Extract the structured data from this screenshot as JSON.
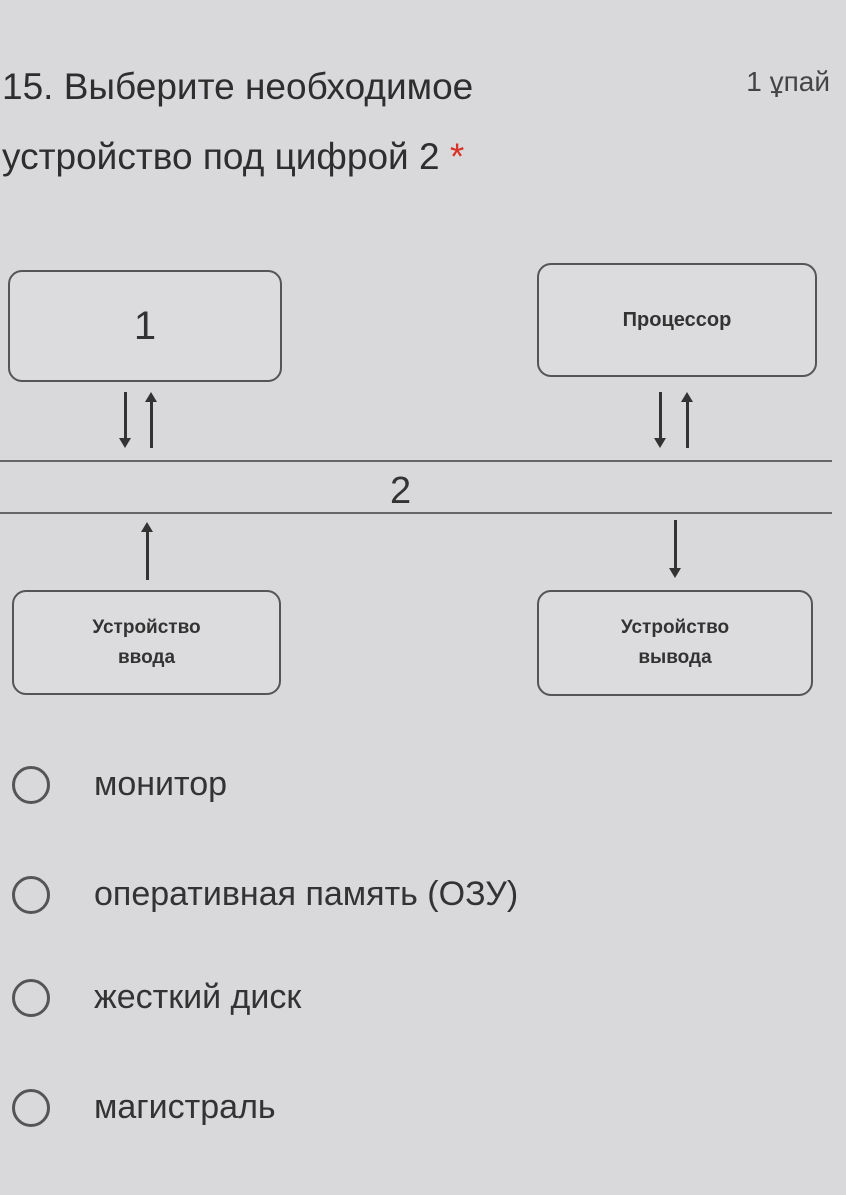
{
  "question": {
    "title_line1": "15. Выберите необходимое",
    "title_line2": "устройство под цифрой 2",
    "required_mark": "*",
    "points": "1 ұпай"
  },
  "diagram": {
    "box1": "1",
    "processor": "Процессор",
    "bus_label": "2",
    "input_device": "Устройство ввода",
    "output_device": "Устройство вывода"
  },
  "options": [
    {
      "label": "монитор"
    },
    {
      "label": "оперативная память (ОЗУ)"
    },
    {
      "label": "жесткий диск"
    },
    {
      "label": "магистраль"
    }
  ]
}
